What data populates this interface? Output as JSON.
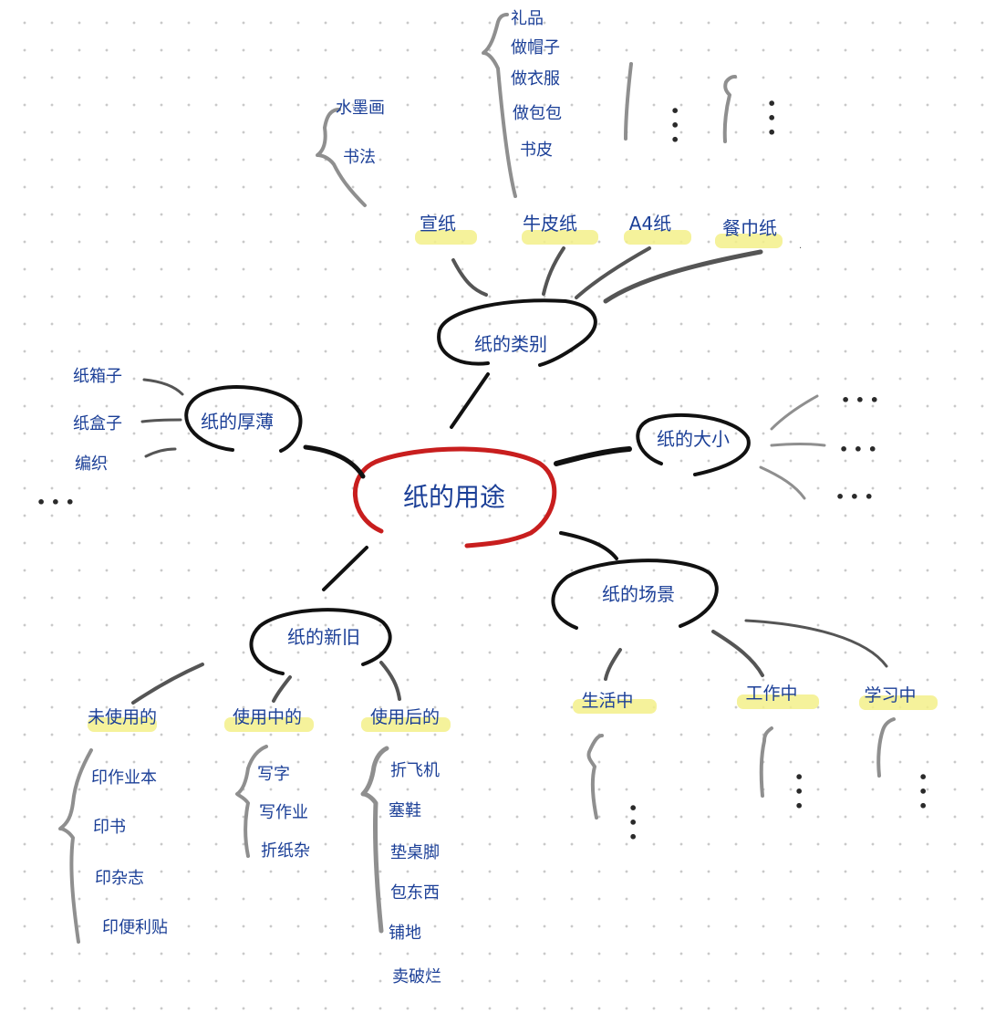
{
  "center": {
    "label": "纸的用途"
  },
  "branches": {
    "type": {
      "label": "纸的类别"
    },
    "thick": {
      "label": "纸的厚薄"
    },
    "size": {
      "label": "纸的大小"
    },
    "age": {
      "label": "纸的新旧"
    },
    "scene": {
      "label": "纸的场景"
    }
  },
  "type_children": {
    "rice": {
      "label": "宣纸",
      "items": [
        "水墨画",
        "书法"
      ]
    },
    "kraft": {
      "label": "牛皮纸",
      "items": [
        "礼品",
        "做帽子",
        "做衣服",
        "做包包",
        "书皮"
      ]
    },
    "a4": {
      "label": "A4纸"
    },
    "tissue": {
      "label": "餐巾纸"
    }
  },
  "thick_items": [
    "纸箱子",
    "纸盒子",
    "编织"
  ],
  "age_children": {
    "unused": {
      "label": "未使用的",
      "items": [
        "印作业本",
        "印书",
        "印杂志",
        "印便利贴"
      ]
    },
    "inuse": {
      "label": "使用中的",
      "items": [
        "写字",
        "写作业",
        "折纸杂"
      ]
    },
    "used": {
      "label": "使用后的",
      "items": [
        "折飞机",
        "塞鞋",
        "垫桌脚",
        "包东西",
        "铺地",
        "卖破烂"
      ]
    }
  },
  "scene_children": {
    "life": {
      "label": "生活中"
    },
    "work": {
      "label": "工作中"
    },
    "study": {
      "label": "学习中"
    }
  },
  "ellipsis": "• • •",
  "colors": {
    "ink": "#1b3f97",
    "center_ring": "#c81e1e",
    "highlight": "#f3f08a",
    "line": "#111111",
    "brace": "#8f8f8f"
  }
}
